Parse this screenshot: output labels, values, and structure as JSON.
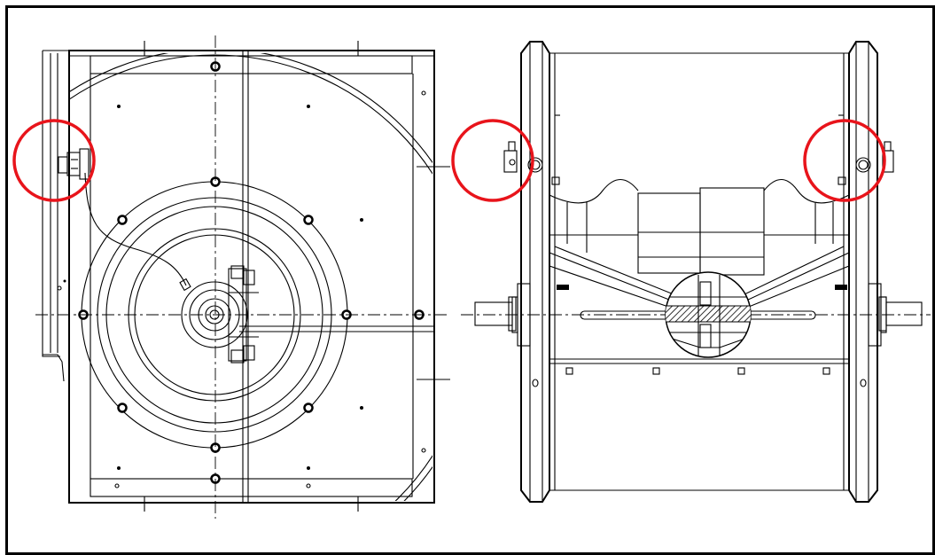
{
  "drawing": {
    "views": [
      "front-view",
      "side-view"
    ],
    "highlight_color": "#e8141b",
    "line_color": "#000000",
    "highlights": [
      {
        "id": "front-view-fastener"
      },
      {
        "id": "side-view-left-fastener"
      },
      {
        "id": "side-view-right-fastener"
      }
    ]
  }
}
